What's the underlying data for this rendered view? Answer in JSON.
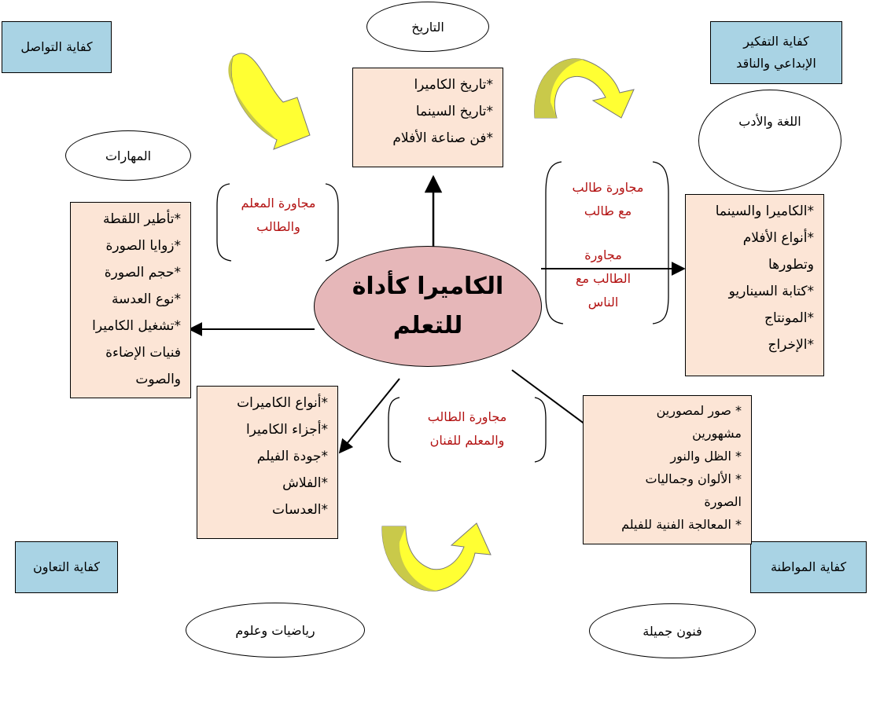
{
  "center": {
    "line1": "الكاميرا كأداة",
    "line2": "للتعلم"
  },
  "competencies": {
    "communication": "كفاية التواصل",
    "thinking_line1": "كفاية التفكير",
    "thinking_line2": "الإبداعي والناقد",
    "cooperation": "كفاية التعاون",
    "citizenship": "كفاية المواطنة"
  },
  "domains": {
    "history": "التاريخ",
    "skills": "المهارات",
    "language": "اللغة والأدب",
    "math_science": "رياضيات وعلوم",
    "fine_arts": "فنون جميلة"
  },
  "history_box": [
    "*تاريخ الكاميرا",
    "*تاريخ السينما",
    "*فن صناعة الأفلام"
  ],
  "skills_box": [
    "*تأطير اللقطة",
    "*زوايا الصورة",
    "*حجم الصورة",
    "*نوع العدسة",
    "*تشغيل الكاميرا",
    "فنيات الإضاءة",
    "والصوت"
  ],
  "language_box": [
    "*الكاميرا والسينما",
    "*أنواع الأفلام",
    "وتطورها",
    "*كتابة السيناريو",
    "*المونتاج",
    "*الإخراج"
  ],
  "math_box": [
    "*أنواع الكاميرات",
    "*أجزاء الكاميرا",
    "*جودة الفيلم",
    "*الفلاش",
    "*العدسات"
  ],
  "arts_box": [
    "* صور لمصورين",
    "مشهورين",
    "* الظل والنور",
    "* الألوان وجماليات",
    "الصورة",
    "* المعالجة الفنية للفيلم"
  ],
  "neighbors": {
    "teacher_student_1": "مجاورة المعلم",
    "teacher_student_2": "والطالب",
    "student_student_1": "مجاورة طالب",
    "student_student_2": "مع طالب",
    "student_people_1": "مجاورة",
    "student_people_2": "الطالب مع",
    "student_people_3": "الناس",
    "artist_1": "مجاورة الطالب",
    "artist_2": "والمعلم للفنان"
  },
  "colors": {
    "blue_box": "#a9d3e4",
    "peach_box": "#fce5d6",
    "center_oval": "#e6b7b9",
    "red_text": "#b31313",
    "arrow_fill": "#ffff33",
    "arrow_shadow": "#c9c94a"
  }
}
